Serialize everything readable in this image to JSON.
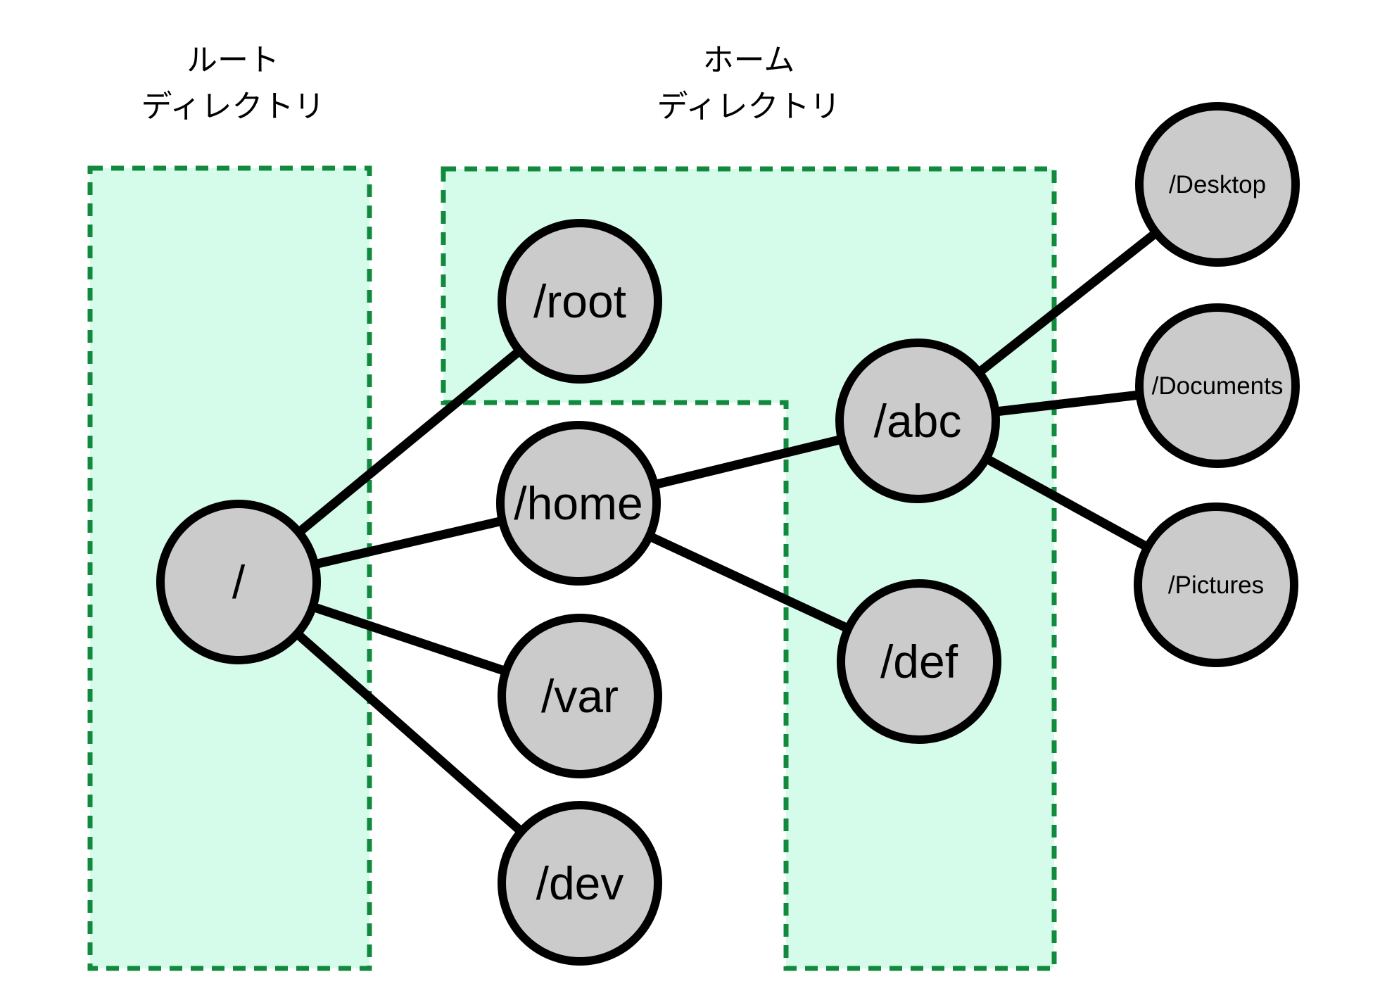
{
  "diagram": {
    "title": "Linux filesystem directory tree",
    "regions": [
      {
        "id": "root-directory",
        "label_line1": "ルート",
        "label_line2": "ディレクトリ"
      },
      {
        "id": "home-directory",
        "label_line1": "ホーム",
        "label_line2": "ディレクトリ"
      }
    ],
    "nodes": [
      {
        "id": "slash",
        "label": "/"
      },
      {
        "id": "root",
        "label": "/root"
      },
      {
        "id": "home",
        "label": "/home"
      },
      {
        "id": "var",
        "label": "/var"
      },
      {
        "id": "dev",
        "label": "/dev"
      },
      {
        "id": "abc",
        "label": "/abc"
      },
      {
        "id": "def",
        "label": "/def"
      },
      {
        "id": "desktop",
        "label": "/Desktop"
      },
      {
        "id": "documents",
        "label": "/Documents"
      },
      {
        "id": "pictures",
        "label": "/Pictures"
      }
    ],
    "edges": [
      {
        "from": "/",
        "to": "/root"
      },
      {
        "from": "/",
        "to": "/home"
      },
      {
        "from": "/",
        "to": "/var"
      },
      {
        "from": "/",
        "to": "/dev"
      },
      {
        "from": "/home",
        "to": "/abc"
      },
      {
        "from": "/home",
        "to": "/def"
      },
      {
        "from": "/abc",
        "to": "/Desktop"
      },
      {
        "from": "/abc",
        "to": "/Documents"
      },
      {
        "from": "/abc",
        "to": "/Pictures"
      }
    ],
    "colors": {
      "background": "#FFFFFF",
      "region_fill": "#D5FCEB",
      "region_border": "#128A3E",
      "node_fill": "#CBCBCB",
      "node_border": "#000000",
      "edge": "#000000",
      "text": "#000000"
    }
  }
}
